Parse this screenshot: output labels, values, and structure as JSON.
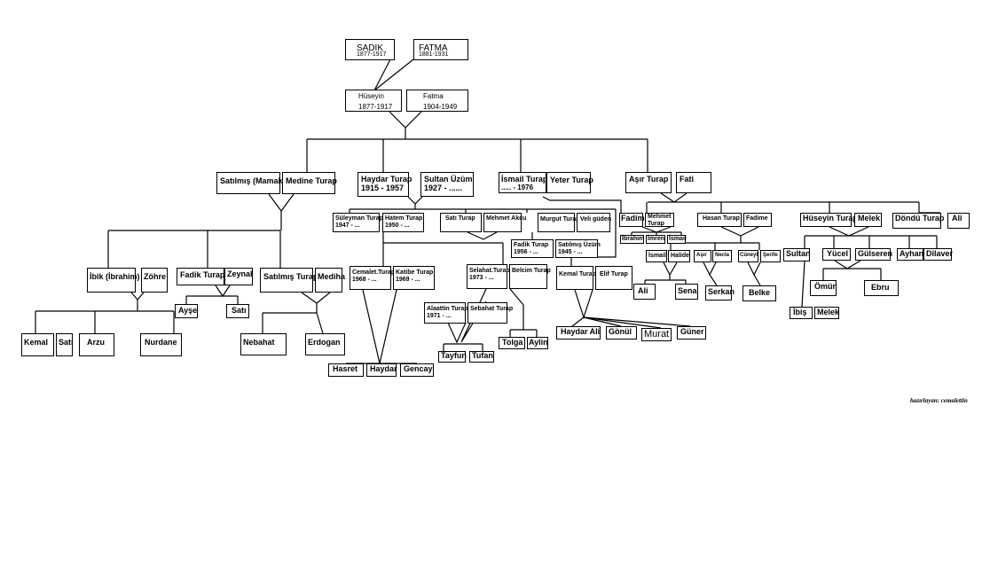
{
  "persons": {
    "sadik": {
      "name": "SADIK",
      "dates": "1877-1917"
    },
    "fatma_g": {
      "name": "FATMA",
      "dates": "1881-1931"
    },
    "huseyin_g": {
      "name": "Hüseyin",
      "dates": "1877-1917"
    },
    "fatma_g2": {
      "name": "Fatma",
      "dates": "1904-1949"
    },
    "satilmis_mamak": "Satılmış (Mamak)",
    "medine": "Medine Turap",
    "haydar": {
      "name": "Haydar Turap",
      "dates": "1915 - 1957"
    },
    "sultan": {
      "name": "Sultan Üzüm",
      "dates": "1927 - ......"
    },
    "ismail": {
      "name": "İsmail Turap",
      "dates": "..... - 1976"
    },
    "yeter": "Yeter Turap",
    "asir": "Aşır Turap",
    "fati": "Fati",
    "ibik": "İbik (İbrahim)",
    "zohre": "Zöhre",
    "fadik_turap": "Fadik Turap",
    "zeynal": "Zeynal",
    "satilmis_turap": "Satılmış Turap",
    "mediha": "Mediha",
    "kemal_1": "Kemal",
    "sati_1": "Satı",
    "arzu": "Arzu",
    "nurdane": "Nurdane",
    "ayse": "Ayşe",
    "sati_2": "Satı",
    "nebahat": "Nebahat",
    "erdogan": "Erdogan",
    "suleyman": {
      "name": "Süleyman Turap",
      "dates": "1947 - ..."
    },
    "hatem": {
      "name": "Hatem Turap",
      "dates": "1950 - ..."
    },
    "sati_turap": "Satı Turap",
    "mehmet_akcu": "Mehmet Akcu",
    "cemalet": {
      "name": "Cemalet.Turap",
      "dates": "1968 - ..."
    },
    "katibe": {
      "name": "Katibe Turap",
      "dates": "1969 - ..."
    },
    "selahat": {
      "name": "Selahat.Turap",
      "dates": "1973 - ..."
    },
    "belcim": "Belcim Turap",
    "alaattin": {
      "name": "Alaattin Turap",
      "dates": "1971 - ..."
    },
    "sebahat": "Sebahat Turap",
    "hasret": "Hasret",
    "haydar_2": "Haydar",
    "gencay": "Gencay",
    "tayfun": "Tayfun",
    "tufan": "Tufan",
    "tolga": "Tolga",
    "aylin": "Aylin",
    "murgut": "Murgut Turap",
    "veli": "Veli güden",
    "fadik_2": {
      "name": "Fadik Turap",
      "dates": "1956 - ..."
    },
    "satilmis_uzum": {
      "name": "Satılmış Üzüm",
      "dates": "1945 - ..."
    },
    "kemal_turap": "Kemal Turap",
    "elif": "Elif Turap",
    "haydar_ali": "Haydar Ali",
    "gonul": "Gönül",
    "murat": "Murat",
    "guner": "Güner",
    "fadime_1": "Fadime",
    "mehmet_turap": {
      "name": "Mehmet",
      "dates": "Turap"
    },
    "ibrahim": "İbrahim",
    "imren": "İmren",
    "ismail_2": "İsmail",
    "ismail_3": "İsmail",
    "halide": "Halide",
    "ali_1": "Ali",
    "sena": "Sena",
    "hasan": "Hasan Turap",
    "fadime_2": "Fadime",
    "asir_2": "Aşır",
    "necla": "Necla",
    "serkan": "Serkan",
    "cuneyt": "Cüneyt",
    "serife": "Şerife",
    "belke": "Belke",
    "huseyin_turap": "Hüseyin Turap",
    "melek": "Melek",
    "dondu": "Döndü Turap",
    "ali_2": "Ali",
    "sultan_2": "Sultan",
    "yucel": "Yücel",
    "gulseren": "Gülseren",
    "ayhan": "Ayhan",
    "dilaver": "Dilaver",
    "omur": "Ömür",
    "ebru": "Ebru",
    "ibis": "İbiş",
    "melek_2": "Melek"
  },
  "credit": "hazırlayan: cemalettin"
}
